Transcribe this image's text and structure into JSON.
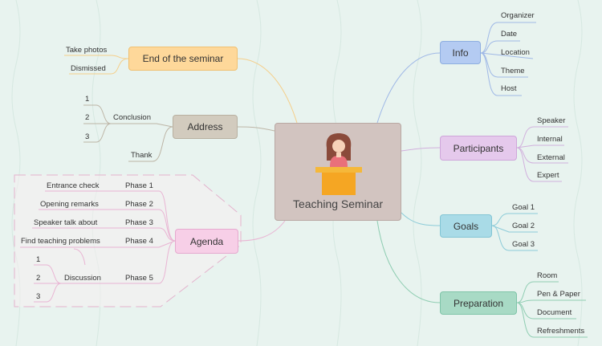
{
  "colors": {
    "background": "#e8f3ef",
    "center": "#d2c4c0",
    "end_of_seminar": "#fed89a",
    "address": "#d2cbbe",
    "agenda": "#f7cfe7",
    "info": "#b4cbf2",
    "participants": "#e5c9ec",
    "goals": "#a9dbe7",
    "preparation": "#a8dac5"
  },
  "center": {
    "label": "Teaching Seminar",
    "icon": "teacher-at-podium-icon"
  },
  "end_of_seminar": {
    "label": "End of the seminar",
    "items": [
      "Take photos",
      "Dismissed"
    ]
  },
  "address": {
    "label": "Address",
    "conclusion": "Conclusion",
    "conclusion_items": [
      "1",
      "2",
      "3"
    ],
    "thank": "Thank"
  },
  "agenda": {
    "label": "Agenda",
    "phases": [
      "Phase 1",
      "Phase 2",
      "Phase 3",
      "Phase 4",
      "Phase 5"
    ],
    "details": [
      "Entrance check",
      "Opening remarks",
      "Speaker talk about",
      "Find teaching problems",
      "Discussion"
    ],
    "discussion_items": [
      "1",
      "2",
      "3"
    ]
  },
  "info": {
    "label": "Info",
    "items": [
      "Organizer",
      "Date",
      "Location",
      "Theme",
      "Host"
    ]
  },
  "participants": {
    "label": "Participants",
    "items": [
      "Speaker",
      "Internal",
      "External",
      "Expert"
    ]
  },
  "goals": {
    "label": "Goals",
    "items": [
      "Goal 1",
      "Goal 2",
      "Goal 3"
    ]
  },
  "preparation": {
    "label": "Preparation",
    "items": [
      "Room",
      "Pen & Paper",
      "Document",
      "Refreshments"
    ]
  }
}
